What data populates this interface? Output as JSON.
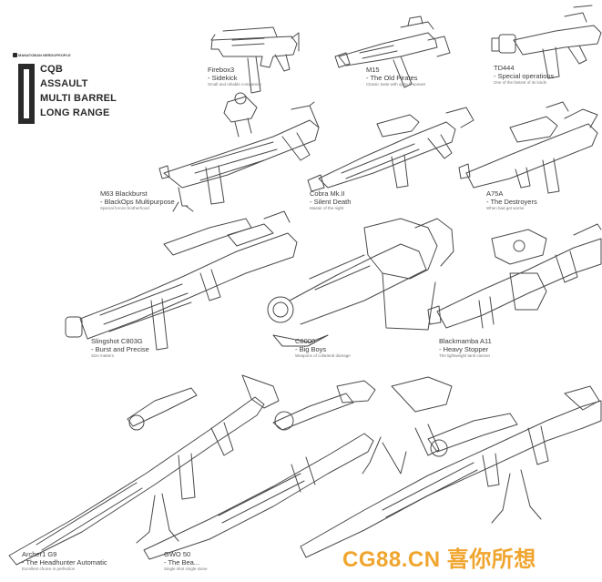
{
  "brand": {
    "name": "MANATOBAN NERDOPEOPLE"
  },
  "legend": {
    "number": "1",
    "items": [
      "CQB",
      "ASSAULT",
      "MULTI BARREL",
      "LONG RANGE"
    ]
  },
  "weapons": [
    {
      "name": "Firebox3",
      "tagline": "- Sidekick",
      "desc": "Small and reliable companion"
    },
    {
      "name": "M15",
      "tagline": "- The Old Pirates",
      "desc": "Classic taste with quite firepower"
    },
    {
      "name": "TD444",
      "tagline": "- Special operations",
      "desc": "One of the fastest of its kinds"
    },
    {
      "name": "M63 Blackburst",
      "tagline": "- BlackOps Multipurpose",
      "desc": "Special forces brotherhood"
    },
    {
      "name": "Cobra Mk.II",
      "tagline": "- Silent Death",
      "desc": "Master of the night"
    },
    {
      "name": "A75A",
      "tagline": "- The Destroyers",
      "desc": "When bad get worse"
    },
    {
      "name": "Slingshot C803G",
      "tagline": "- Burst and Precise",
      "desc": "Size matters"
    },
    {
      "name": "C8000",
      "tagline": "- Big Boys",
      "desc": "Weapons of collateral damage"
    },
    {
      "name": "Blackmamba A11",
      "tagline": "- Heavy Stopper",
      "desc": "The lightweight tank cannon"
    },
    {
      "name": "Archer1 G9",
      "tagline": "- The Headhunter Automatic",
      "desc": "Excellent choice in perfection"
    },
    {
      "name": "GWO 50",
      "tagline": "- The Bea...",
      "desc": "Single shot single stone"
    }
  ],
  "watermark": "CG88.CN 喜你所想"
}
